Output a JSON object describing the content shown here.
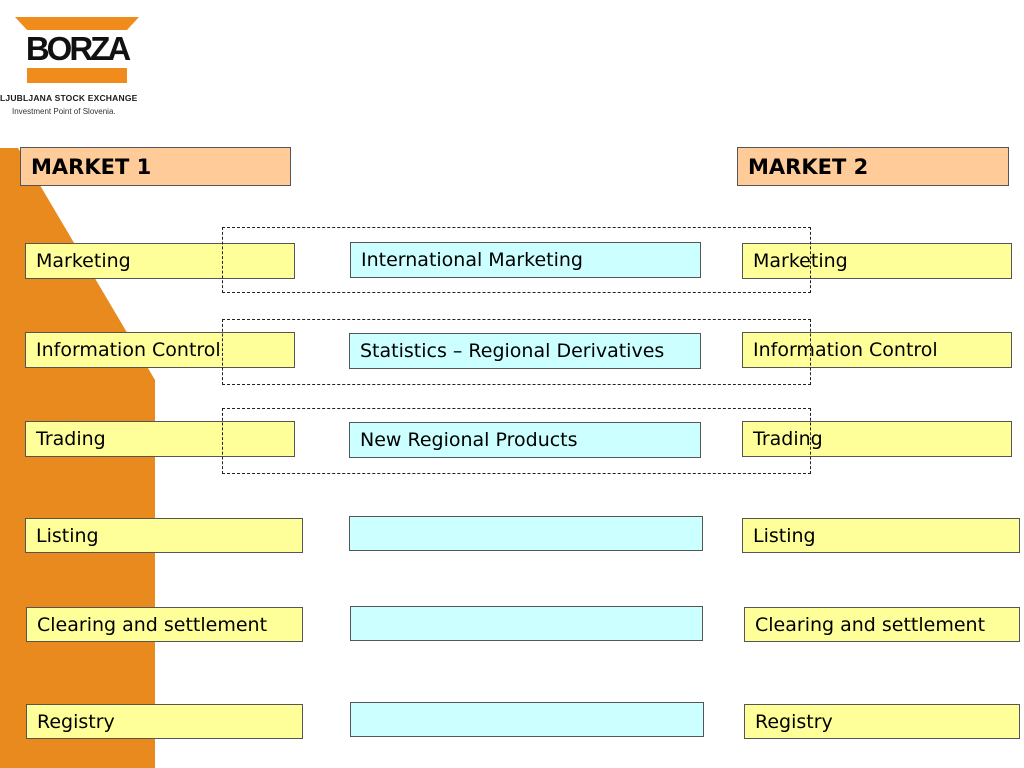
{
  "colors": {
    "accent_orange": "#e88a1e",
    "header_fill": "#ffcc99",
    "market_fill": "#ffff99",
    "joint_fill": "#ccffff"
  },
  "logo": {
    "wordmark": "BORZA",
    "line1": "LJUBLJANA STOCK EXCHANGE",
    "line2": "Investment Point of Slovenia."
  },
  "market1": {
    "title": "MARKET 1",
    "items": [
      "Marketing",
      "Information Control",
      "Trading",
      "Listing",
      "Clearing and settlement",
      "Registry"
    ]
  },
  "market2": {
    "title": "MARKET 2",
    "items": [
      "Marketing",
      "Information Control",
      "Trading",
      "Listing",
      "Clearing and settlement",
      "Registry"
    ]
  },
  "joint": {
    "items": [
      "International Marketing",
      "Statistics – Regional Derivatives",
      "New Regional Products",
      "",
      "",
      ""
    ]
  }
}
